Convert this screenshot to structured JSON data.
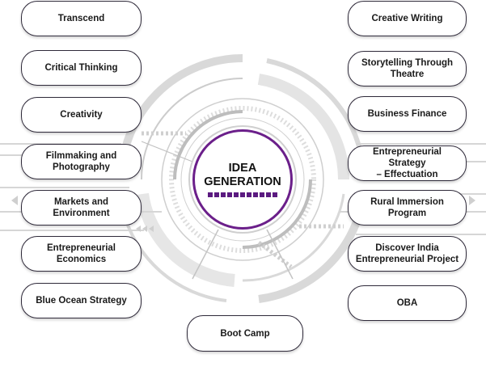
{
  "hub": {
    "title": "IDEA\nGENERATION",
    "accent": "#6b1f8a"
  },
  "left_items": [
    "Transcend",
    "Critical Thinking",
    "Creativity",
    "Filmmaking and\nPhotography",
    "Markets and\nEnvironment",
    "Entrepreneurial\nEconomics",
    "Blue Ocean Strategy"
  ],
  "right_items": [
    "Creative Writing",
    "Storytelling Through\nTheatre",
    "Business Finance",
    "Entrepreneurial Strategy\n– Effectuation",
    "Rural Immersion\nProgram",
    "Discover India\nEntrepreneurial Project",
    "OBA"
  ],
  "bottom_item": "Boot Camp"
}
